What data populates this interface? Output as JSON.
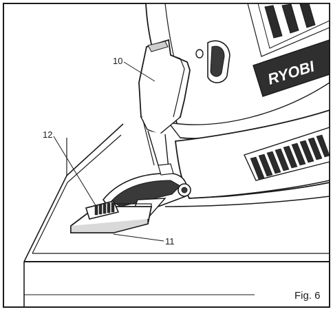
{
  "figure": {
    "brand_text": "RYOBI",
    "callouts": [
      {
        "number": "10",
        "part": "saw-guard-lever"
      },
      {
        "number": "11",
        "part": "saw-base-plate"
      },
      {
        "number": "12",
        "part": "bevel-adjustment-knob"
      }
    ],
    "caption": "Fig. 6",
    "colors": {
      "line": "#1a1a1a",
      "paper": "#ffffff",
      "shade": "#444444",
      "light": "#d9d9d9"
    }
  }
}
